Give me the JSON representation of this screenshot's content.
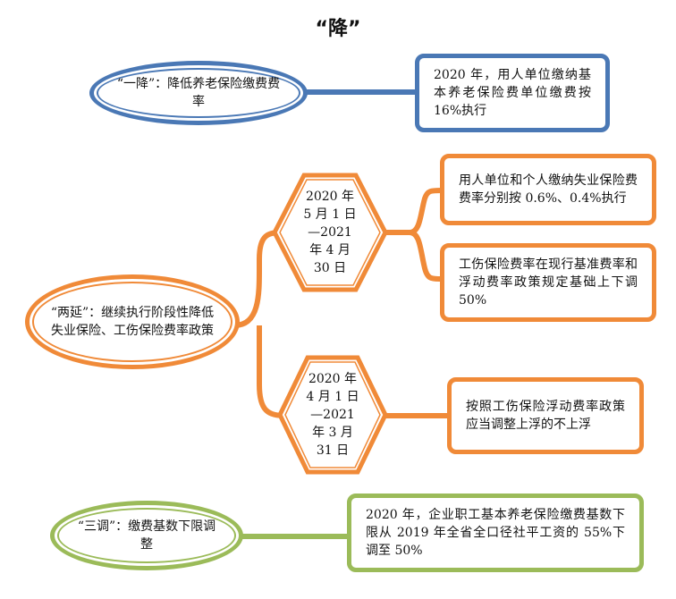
{
  "title": "“降”",
  "colors": {
    "blue": "#4a78b5",
    "orange": "#f08a38",
    "green": "#9bbb59"
  },
  "section_one": {
    "label": "“一降”：降低养老保险缴费费率",
    "detail": "2020 年，用人单位缴纳基本养老保险费单位缴费按 16%执行"
  },
  "section_two": {
    "label": "“两延”：继续执行阶段性降低失业保险、工伤保险费率政策",
    "period_a": {
      "label": "2020 年 5 月 1 日—2021 年 4 月 30 日",
      "detail_1": "用人单位和个人缴纳失业保险费费率分别按 0.6%、0.4%执行",
      "detail_2": "工伤保险费率在现行基准费率和浮动费率政策规定基础上下调 50%"
    },
    "period_b": {
      "label": "2020 年 4 月 1 日—2021 年 3 月 31 日",
      "detail": "按照工伤保险浮动费率政策应当调整上浮的不上浮"
    }
  },
  "section_three": {
    "label": "“三调”：缴费基数下限调整",
    "detail": "2020 年，企业职工基本养老保险缴费基数下限从 2019 年全省全口径社平工资的 55%下调至 50%"
  }
}
